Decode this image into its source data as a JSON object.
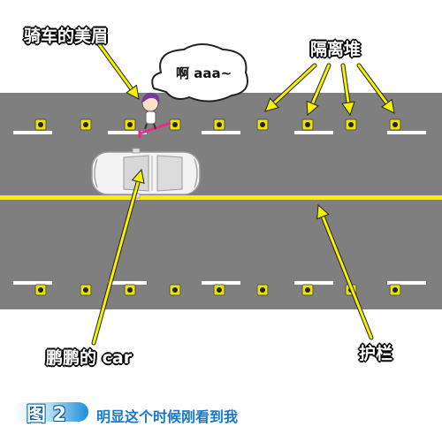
{
  "labels": {
    "cyclist": "骑车的美眉",
    "barriers": "隔离堆",
    "car": "鹏鹏的 car",
    "guardrail": "护栏"
  },
  "speech_bubble": {
    "text": "啊 aaa~"
  },
  "caption": {
    "figure_label": "图 2",
    "text": "明显这个时候刚看到我",
    "badge_color": "#1c8fd8",
    "text_color": "#1a78c8"
  },
  "colors": {
    "road": "#7f7f7f",
    "lane_marking": "#ffffff",
    "center_line": "#f4f000",
    "arrow": "#f4f000",
    "barrier": "#e8e400"
  },
  "icons": [
    "cyclist-figure",
    "car-topview",
    "barrier-post",
    "arrow"
  ]
}
